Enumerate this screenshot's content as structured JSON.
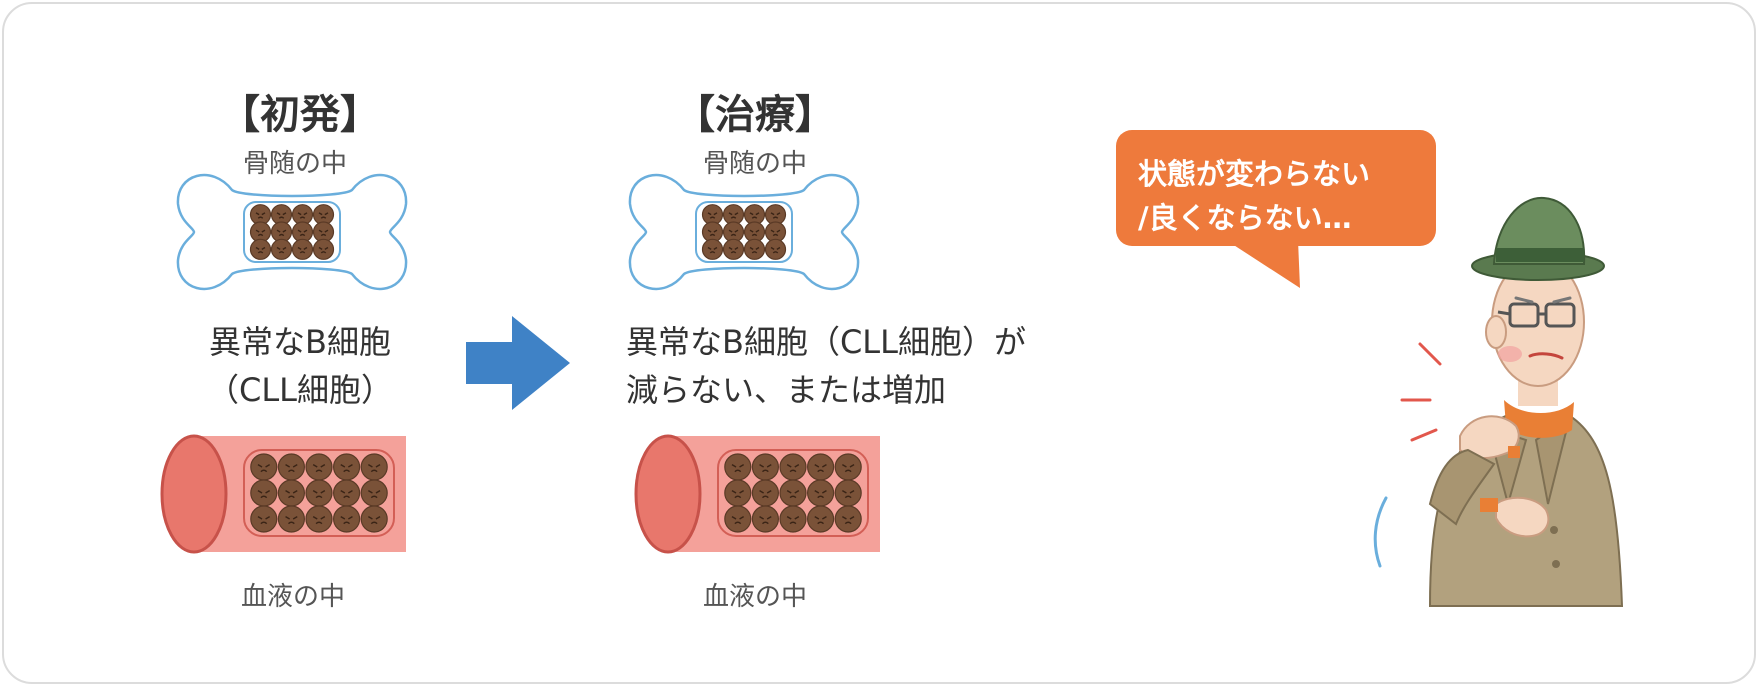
{
  "left_panel": {
    "heading": "【初発】",
    "bone_label": "骨随の中",
    "desc_line1": "異常なB細胞",
    "desc_line2": "（CLL細胞）",
    "vessel_label": "血液の中"
  },
  "right_panel": {
    "heading": "【治療】",
    "bone_label": "骨随の中",
    "desc_line1": "異常なB細胞（CLL細胞）が",
    "desc_line2": "減らない、または増加",
    "vessel_label": "血液の中"
  },
  "speech_bubble": {
    "line1": "状態が変わらない",
    "line2": "/良くならない…"
  },
  "colors": {
    "bone_outline": "#6aaedc",
    "cell_fill": "#7a5238",
    "vessel_fill": "#f4a19a",
    "vessel_end": "#e8776c",
    "arrow": "#3f82c6",
    "bubble": "#ee7a3c",
    "hat": "#5a7a4f",
    "coat": "#b2a17e"
  }
}
